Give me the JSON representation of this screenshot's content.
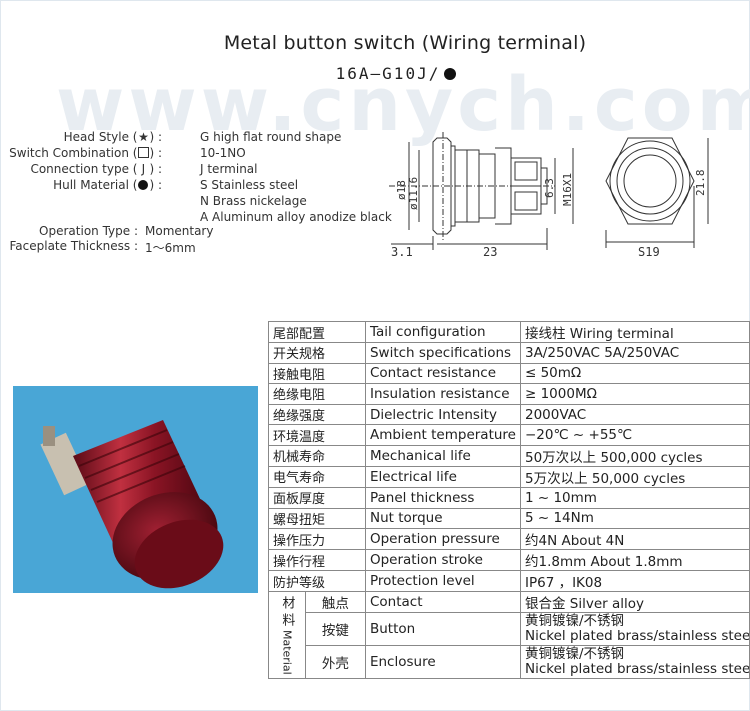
{
  "title": "Metal button switch (Wiring terminal)",
  "model": "16A—G10J/",
  "watermark": "www.cnych.com",
  "specs": {
    "head_style": {
      "label": "Head Style (",
      "symbol": "★",
      "close": ") :",
      "value": "G high flat round shape"
    },
    "switch_combination": {
      "label": "Switch Combination (",
      "close": ") :",
      "value": "10-1NO"
    },
    "connection_type": {
      "label": "Connection type (",
      "symbol": "J",
      "close": ") :",
      "value": "J terminal"
    },
    "hull_material": {
      "label": "Hull Material (",
      "close": ") :",
      "values": [
        "S Stainless steel",
        "N Brass nickelage",
        "A Aluminum alloy anodize black"
      ]
    },
    "operation_type": {
      "label": "Operation Type :",
      "value": "Momentary"
    },
    "faceplate_thickness": {
      "label": "Faceplate Thickness :",
      "value": "1～6mm"
    }
  },
  "dimensions": {
    "side": [
      "ø18",
      "ø11.6",
      "6.3",
      "M16X1",
      "3.1",
      "23"
    ],
    "front": [
      "21.8",
      "S19"
    ]
  },
  "table": {
    "rows": [
      {
        "cn": "尾部配置",
        "en": "Tail configuration",
        "val": "接线柱 Wiring terminal"
      },
      {
        "cn": "开关规格",
        "en": "Switch specifications",
        "val": "3A/250VAC  5A/250VAC"
      },
      {
        "cn": "接触电阻",
        "en": "Contact resistance",
        "val": "≤ 50mΩ"
      },
      {
        "cn": "绝缘电阻",
        "en": "Insulation resistance",
        "val": "≥ 1000MΩ"
      },
      {
        "cn": "绝缘强度",
        "en": "Dielectric Intensity",
        "val": "2000VAC"
      },
      {
        "cn": "环境温度",
        "en": "Ambient temperature",
        "val": "−20℃ ~ +55℃"
      },
      {
        "cn": "机械寿命",
        "en": "Mechanical life",
        "val": "50万次以上 500,000 cycles"
      },
      {
        "cn": "电气寿命",
        "en": "Electrical life",
        "val": "5万次以上 50,000  cycles"
      },
      {
        "cn": "面板厚度",
        "en": "Panel thickness",
        "val": "1 ~ 10mm"
      },
      {
        "cn": "螺母扭矩",
        "en": "Nut torque",
        "val": "5 ~ 14Nm"
      },
      {
        "cn": "操作压力",
        "en": "Operation pressure",
        "val": "约4N About 4N"
      },
      {
        "cn": "操作行程",
        "en": "Operation stroke",
        "val": "约1.8mm About 1.8mm"
      },
      {
        "cn": "防护等级",
        "en": "Protection level",
        "val": "IP67 ，IK08"
      }
    ],
    "material": {
      "group_label": "材料",
      "group_label_en": "Material",
      "rows": [
        {
          "cn": "触点",
          "en": "Contact",
          "val": "银合金 Silver alloy"
        },
        {
          "cn": "按键",
          "en": "Button",
          "val_cn": "黄铜镀镍/不锈钢",
          "val_en": "Nickel plated brass/stainless steel"
        },
        {
          "cn": "外壳",
          "en": "Enclosure",
          "val_cn": "黄铜镀镍/不锈钢",
          "val_en": "Nickel plated brass/stainless steel"
        }
      ]
    }
  }
}
